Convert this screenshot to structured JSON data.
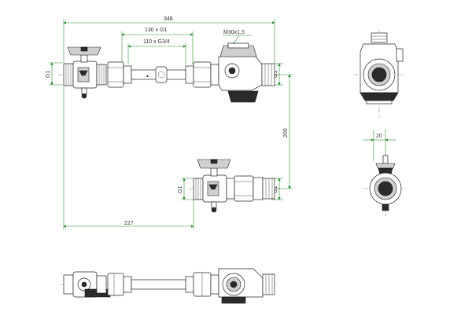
{
  "dimensions": {
    "overall_width": "348",
    "fitting_g1": "130 x G1",
    "fitting_g34": "110 x G3/4",
    "thread_m30": "M30x1,5",
    "height": "200",
    "lower_offset": "227",
    "side_offset": "20",
    "thread_left": "G1",
    "thread_right": "G1",
    "thread_lower_left": "G1",
    "thread_lower_right": "G1"
  },
  "colors": {
    "dimension_line": "#2e8b2e",
    "outline": "#222222",
    "fill_dark": "#2b2b2b",
    "fill_grey": "#cfcfcf"
  }
}
